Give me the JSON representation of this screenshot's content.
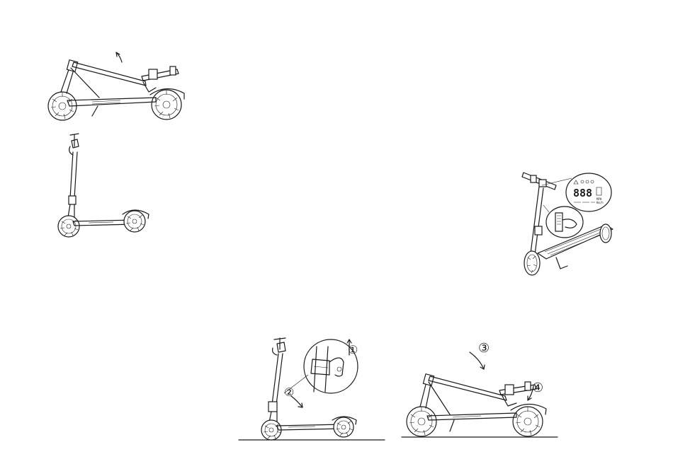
{
  "callouts": {
    "step1": "①",
    "step2": "②",
    "step3": "③",
    "step4": "④"
  },
  "display": {
    "digits": "888",
    "unit_top": "MPH",
    "unit_bottom": "Km/h"
  }
}
